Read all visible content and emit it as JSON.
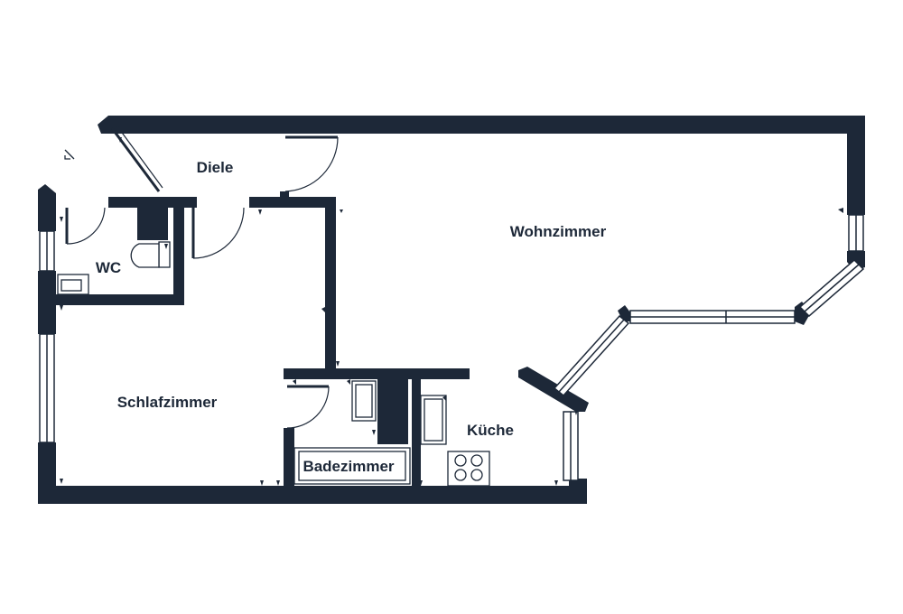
{
  "colors": {
    "wall": "#1d2838",
    "background": "#ffffff",
    "line": "#1d2838"
  },
  "rooms": {
    "diele": "Diele",
    "wohnzimmer": "Wohnzimmer",
    "wc": "WC",
    "schlafzimmer": "Schlafzimmer",
    "badezimmer": "Badezimmer",
    "kueche": "Küche"
  },
  "icons": {
    "entrance": "entrance-arrow-icon",
    "toilet": "toilet-icon",
    "sink": "sink-icon",
    "stove": "stove-icon",
    "bathtub": "bathtub-icon",
    "shower": "shower-icon"
  }
}
